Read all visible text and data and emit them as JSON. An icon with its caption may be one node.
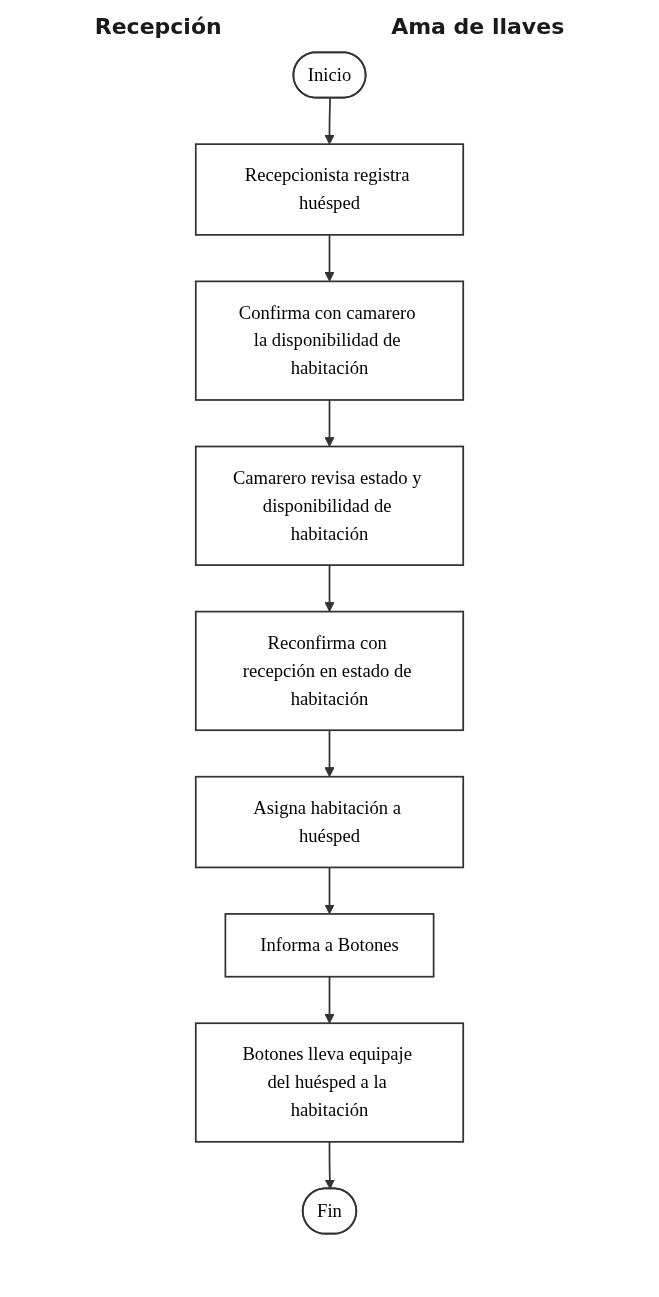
{
  "diagram": {
    "nodes": [
      {
        "text": [
          "Inicio"
        ]
      },
      {
        "text": [
          "Recepcionista registra huésped"
        ]
      },
      {
        "text": [
          "Confirma con camarero la disponibilidad de habitación"
        ]
      },
      {
        "text": [
          "Camarero revisa estado y disponibilidad de habitación"
        ]
      },
      {
        "text": [
          "Reconfirma con recepción en estado de habitación"
        ]
      },
      {
        "text": [
          "Asigna habitación a huésped"
        ]
      },
      {
        "text": [
          "Informa a Botones"
        ]
      },
      {
        "text": [
          "Botones lleva equipaje del huésped a la habitación"
        ]
      },
      {
        "text": [
          "Fin"
        ]
      }
    ],
    "edges": [
      {
        "from": 0,
        "to": 1,
        "arrow": "to"
      },
      {
        "from": 1,
        "to": 2,
        "arrow": "to"
      },
      {
        "from": 2,
        "to": 3,
        "arrow": "to"
      },
      {
        "from": 3,
        "to": 4,
        "arrow": "to"
      },
      {
        "from": 4,
        "to": 5,
        "arrow": "to"
      },
      {
        "from": 5,
        "to": 6,
        "arrow": "to"
      },
      {
        "from": 6,
        "to": 7,
        "arrow": "to"
      },
      {
        "from": 7,
        "to": 8,
        "arrow": "to"
      }
    ],
    "labels": [
      "Recepción",
      "Ama de llaves"
    ]
  }
}
